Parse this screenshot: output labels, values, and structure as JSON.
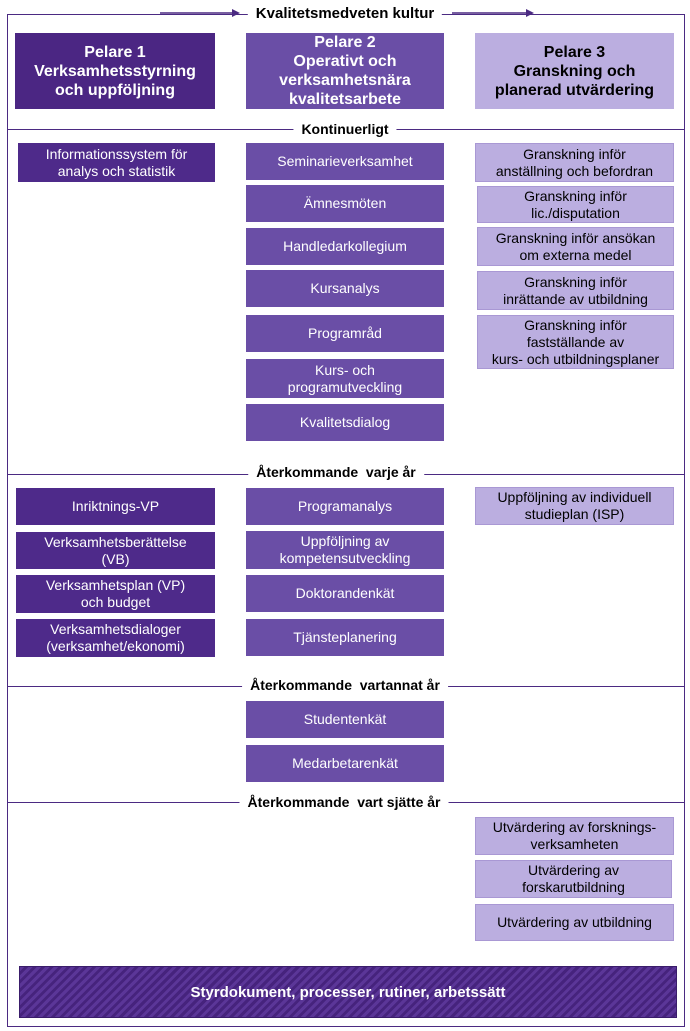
{
  "title": "Kvalitetsmedveten kultur",
  "pillars": [
    {
      "label": "Pelare 1\nVerksamhetsstyrning\noch uppföljning"
    },
    {
      "label": "Pelare 2\nOperativt och\nverksamhetsnära\nkvalitetsarbete"
    },
    {
      "label": "Pelare 3\nGranskning och\nplanerad utvärdering"
    }
  ],
  "sections": {
    "kontinuerligt": {
      "heading": "Kontinuerligt",
      "col1": [
        "Informationssystem för\nanalys och statistik"
      ],
      "col2": [
        "Seminarieverksamhet",
        "Ämnesmöten",
        "Handledarkollegium",
        "Kursanalys",
        "Programråd",
        "Kurs- och\nprogramutveckling",
        "Kvalitetsdialog"
      ],
      "col3": [
        "Granskning inför\nanställning och befordran",
        "Granskning inför\nlic./disputation",
        "Granskning inför ansökan\nom externa medel",
        "Granskning inför\ninrättande av utbildning",
        "Granskning inför\nfastställande av\nkurs- och utbildningsplaner"
      ]
    },
    "varje_ar": {
      "heading": "Återkommande  varje år",
      "col1": [
        "Inriktnings-VP",
        "Verksamhetsberättelse\n(VB)",
        "Verksamhetsplan (VP)\noch budget",
        "Verksamhetsdialoger\n(verksamhet/ekonomi)"
      ],
      "col2": [
        "Programanalys",
        "Uppföljning  av\nkompetensutveckling",
        "Doktorandenkät",
        "Tjänsteplanering"
      ],
      "col3": [
        "Uppföljning  av individuell\nstudieplan (ISP)"
      ]
    },
    "vartannat_ar": {
      "heading": "Återkommande  vartannat år",
      "col2": [
        "Studentenkät",
        "Medarbetarenkät"
      ]
    },
    "vart_sjatte_ar": {
      "heading": "Återkommande  vart sjätte år",
      "col3": [
        "Utvärdering  av forsknings-\nverksamheten",
        "Utvärdering  av\nforskarutbildning",
        "Utvärdering  av utbildning"
      ]
    }
  },
  "footer": "Styrdokument, processer, rutiner, arbetssätt",
  "colors": {
    "frame": "#4b2a82",
    "pillar1": "#4b2683",
    "pillar2": "#6a4ea6",
    "pillar3": "#bbaee0"
  }
}
